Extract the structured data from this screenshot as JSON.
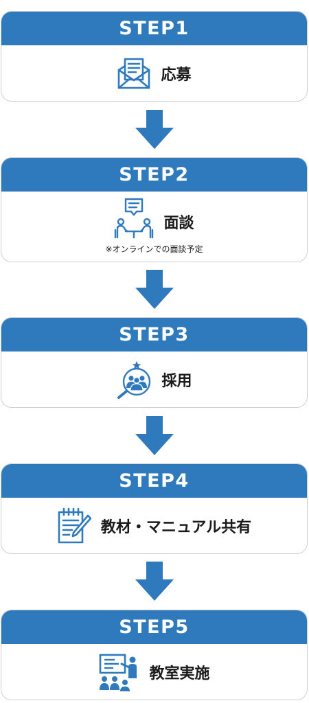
{
  "steps": [
    {
      "header": "STEP1",
      "label": "応募",
      "icon": "envelope-document-icon"
    },
    {
      "header": "STEP2",
      "label": "面談",
      "note": "※オンラインでの面談予定",
      "icon": "interview-meeting-icon"
    },
    {
      "header": "STEP3",
      "label": "採用",
      "icon": "people-search-icon"
    },
    {
      "header": "STEP4",
      "label": "教材・マニュアル共有",
      "icon": "notepad-pen-icon"
    },
    {
      "header": "STEP5",
      "label": "教室実施",
      "icon": "classroom-presentation-icon"
    }
  ],
  "colors": {
    "header_blue": "#2f79bd",
    "icon_blue": "#2f79bd",
    "border": "#cfcfcf",
    "text": "#1a1a1a"
  }
}
